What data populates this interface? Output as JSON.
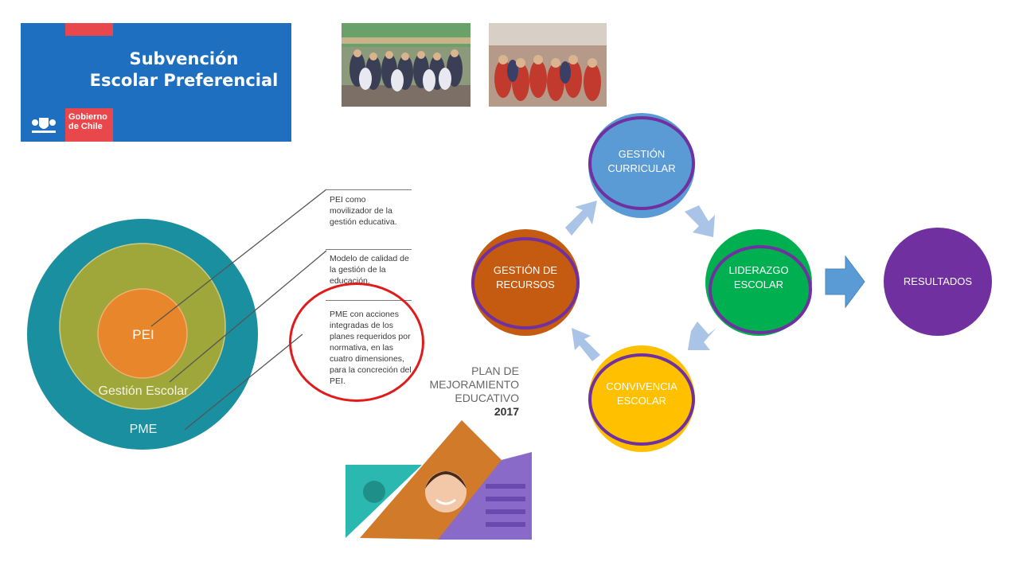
{
  "logo": {
    "title_line1": "Subvención",
    "title_line2": "Escolar Preferencial",
    "gov_line1": "Gobierno",
    "gov_line2": "de Chile",
    "blue": "#1f6fc0",
    "red": "#e8474b"
  },
  "concentric": {
    "inner": "PEI",
    "middle": "Gestión Escolar",
    "outer": "PME",
    "colors": {
      "outer": "#1a8fa0",
      "middle": "#9fa63a",
      "inner": "#e7862a"
    }
  },
  "callouts": [
    {
      "text": "PEI como movilizador de la gestión educativa."
    },
    {
      "text": "Modelo de calidad de la gestión de la educación."
    },
    {
      "text": "PME con acciones integradas de los planes requeridos por normativa, en las cuatro dimensiones, para la concreción del PEI."
    }
  ],
  "plan": {
    "line1": "PLAN DE",
    "line2": "MEJORAMIENTO",
    "line3": "EDUCATIVO",
    "year": "2017"
  },
  "cycle": {
    "curricular": {
      "line1": "GESTIÓN",
      "line2": "CURRICULAR",
      "color": "#5b9bd5"
    },
    "liderazgo": {
      "line1": "LIDERAZGO",
      "line2": "ESCOLAR",
      "color": "#00b050"
    },
    "convivencia": {
      "line1": "CONVIVENCIA",
      "line2": "ESCOLAR",
      "color": "#ffc000"
    },
    "recursos": {
      "line1": "GESTIÓN DE",
      "line2": "RECURSOS",
      "color": "#c55a11"
    },
    "resultados": {
      "line1": "RESULTADOS",
      "color": "#7030a0"
    },
    "ring_color": "#7030a0",
    "arrow_color": "#a9c4e6"
  }
}
